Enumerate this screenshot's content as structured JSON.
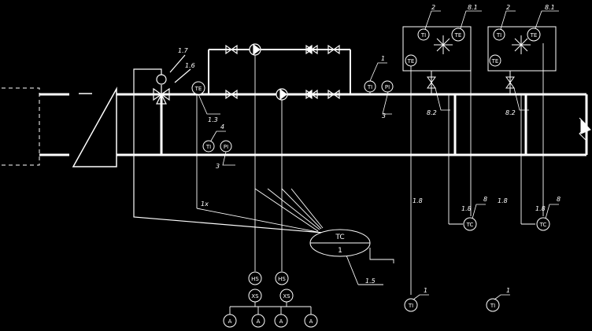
{
  "scheme": {
    "labels": {
      "l_2a": "2",
      "l_81a": "8.1",
      "l_2b": "2",
      "l_81b": "8.1",
      "l_17": "1.7",
      "l_16": "1.6",
      "l_13": "1.3",
      "l_1a": "1",
      "l_3a": "3",
      "l_4": "4",
      "l_3b": "3",
      "l_82a": "8.2",
      "l_82b": "8.2",
      "l_18a": "1.8",
      "l_18b": "1.8",
      "l_18c": "1.8",
      "l_18d": "1.8",
      "l_8a": "8",
      "l_8b": "8",
      "l_1x": "1x",
      "l_15": "1.5",
      "l_1b": "1",
      "l_1c": "1"
    },
    "instruments": {
      "ti_a": "TI",
      "te_a": "TE",
      "te_a2": "TE",
      "ti_b": "TI",
      "te_b": "TE",
      "te_b2": "TE",
      "te_valve": "TE",
      "ti_c": "TI",
      "pi_c": "PI",
      "ti_d": "TI",
      "pi_d": "PI",
      "tc_a": "TC",
      "tc_b": "TC",
      "tc_main": "TC",
      "tc_main_num": "1",
      "hs_a": "HS",
      "hs_b": "HS",
      "xs_a": "XS",
      "xs_b": "XS",
      "a1": "A",
      "a2": "A",
      "a3": "A",
      "a4": "A",
      "ti_e": "TI",
      "ti_f": "TI"
    }
  }
}
